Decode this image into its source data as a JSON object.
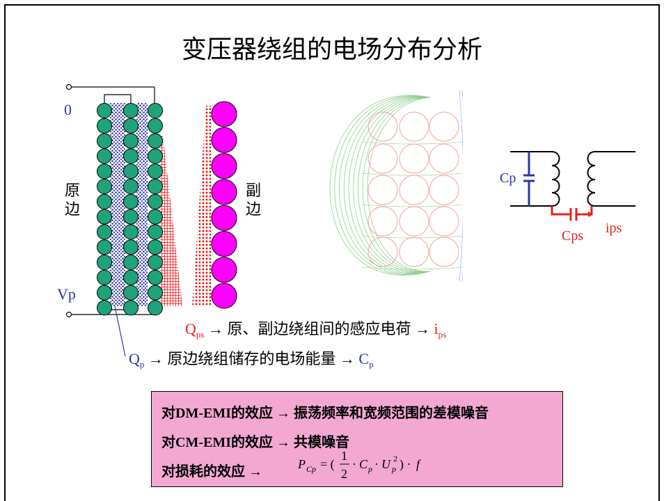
{
  "title": "变压器绕组的电场分布分析",
  "winding": {
    "label_zero": "0",
    "label_vp": "Vp",
    "primary_label": "原边",
    "secondary_label": "副边"
  },
  "circuit": {
    "cp_label": "Cp",
    "cps_label": "Cps",
    "ips_label": "ips"
  },
  "annotations": {
    "qps_main": "Q",
    "qps_sub": "ps",
    "qps_text": "原、副边绕组间的感应电荷",
    "ips_main": "i",
    "ips_sub": "ps",
    "qp_main": "Q",
    "qp_sub": "p",
    "qp_text": "原边绕组储存的电场能量",
    "cp_main": "C",
    "cp_sub": "p",
    "arrow": "→"
  },
  "effects": {
    "line1": "对DM-EMI的效应 → 振荡频率和宽频范围的差模噪音",
    "line2": "对CM-EMI的效应 → 共模噪音",
    "line3": "对损耗的效应 →",
    "formula": "P_Cp = (1/2 · C_p · U_p²) · f"
  },
  "colors": {
    "primary_coil": "#1fa37a",
    "secondary_coil": "#ff00ff",
    "charge_blue": "#2e35a8",
    "charge_red": "#ff0000",
    "effect_bg": "#f3a8d2"
  }
}
